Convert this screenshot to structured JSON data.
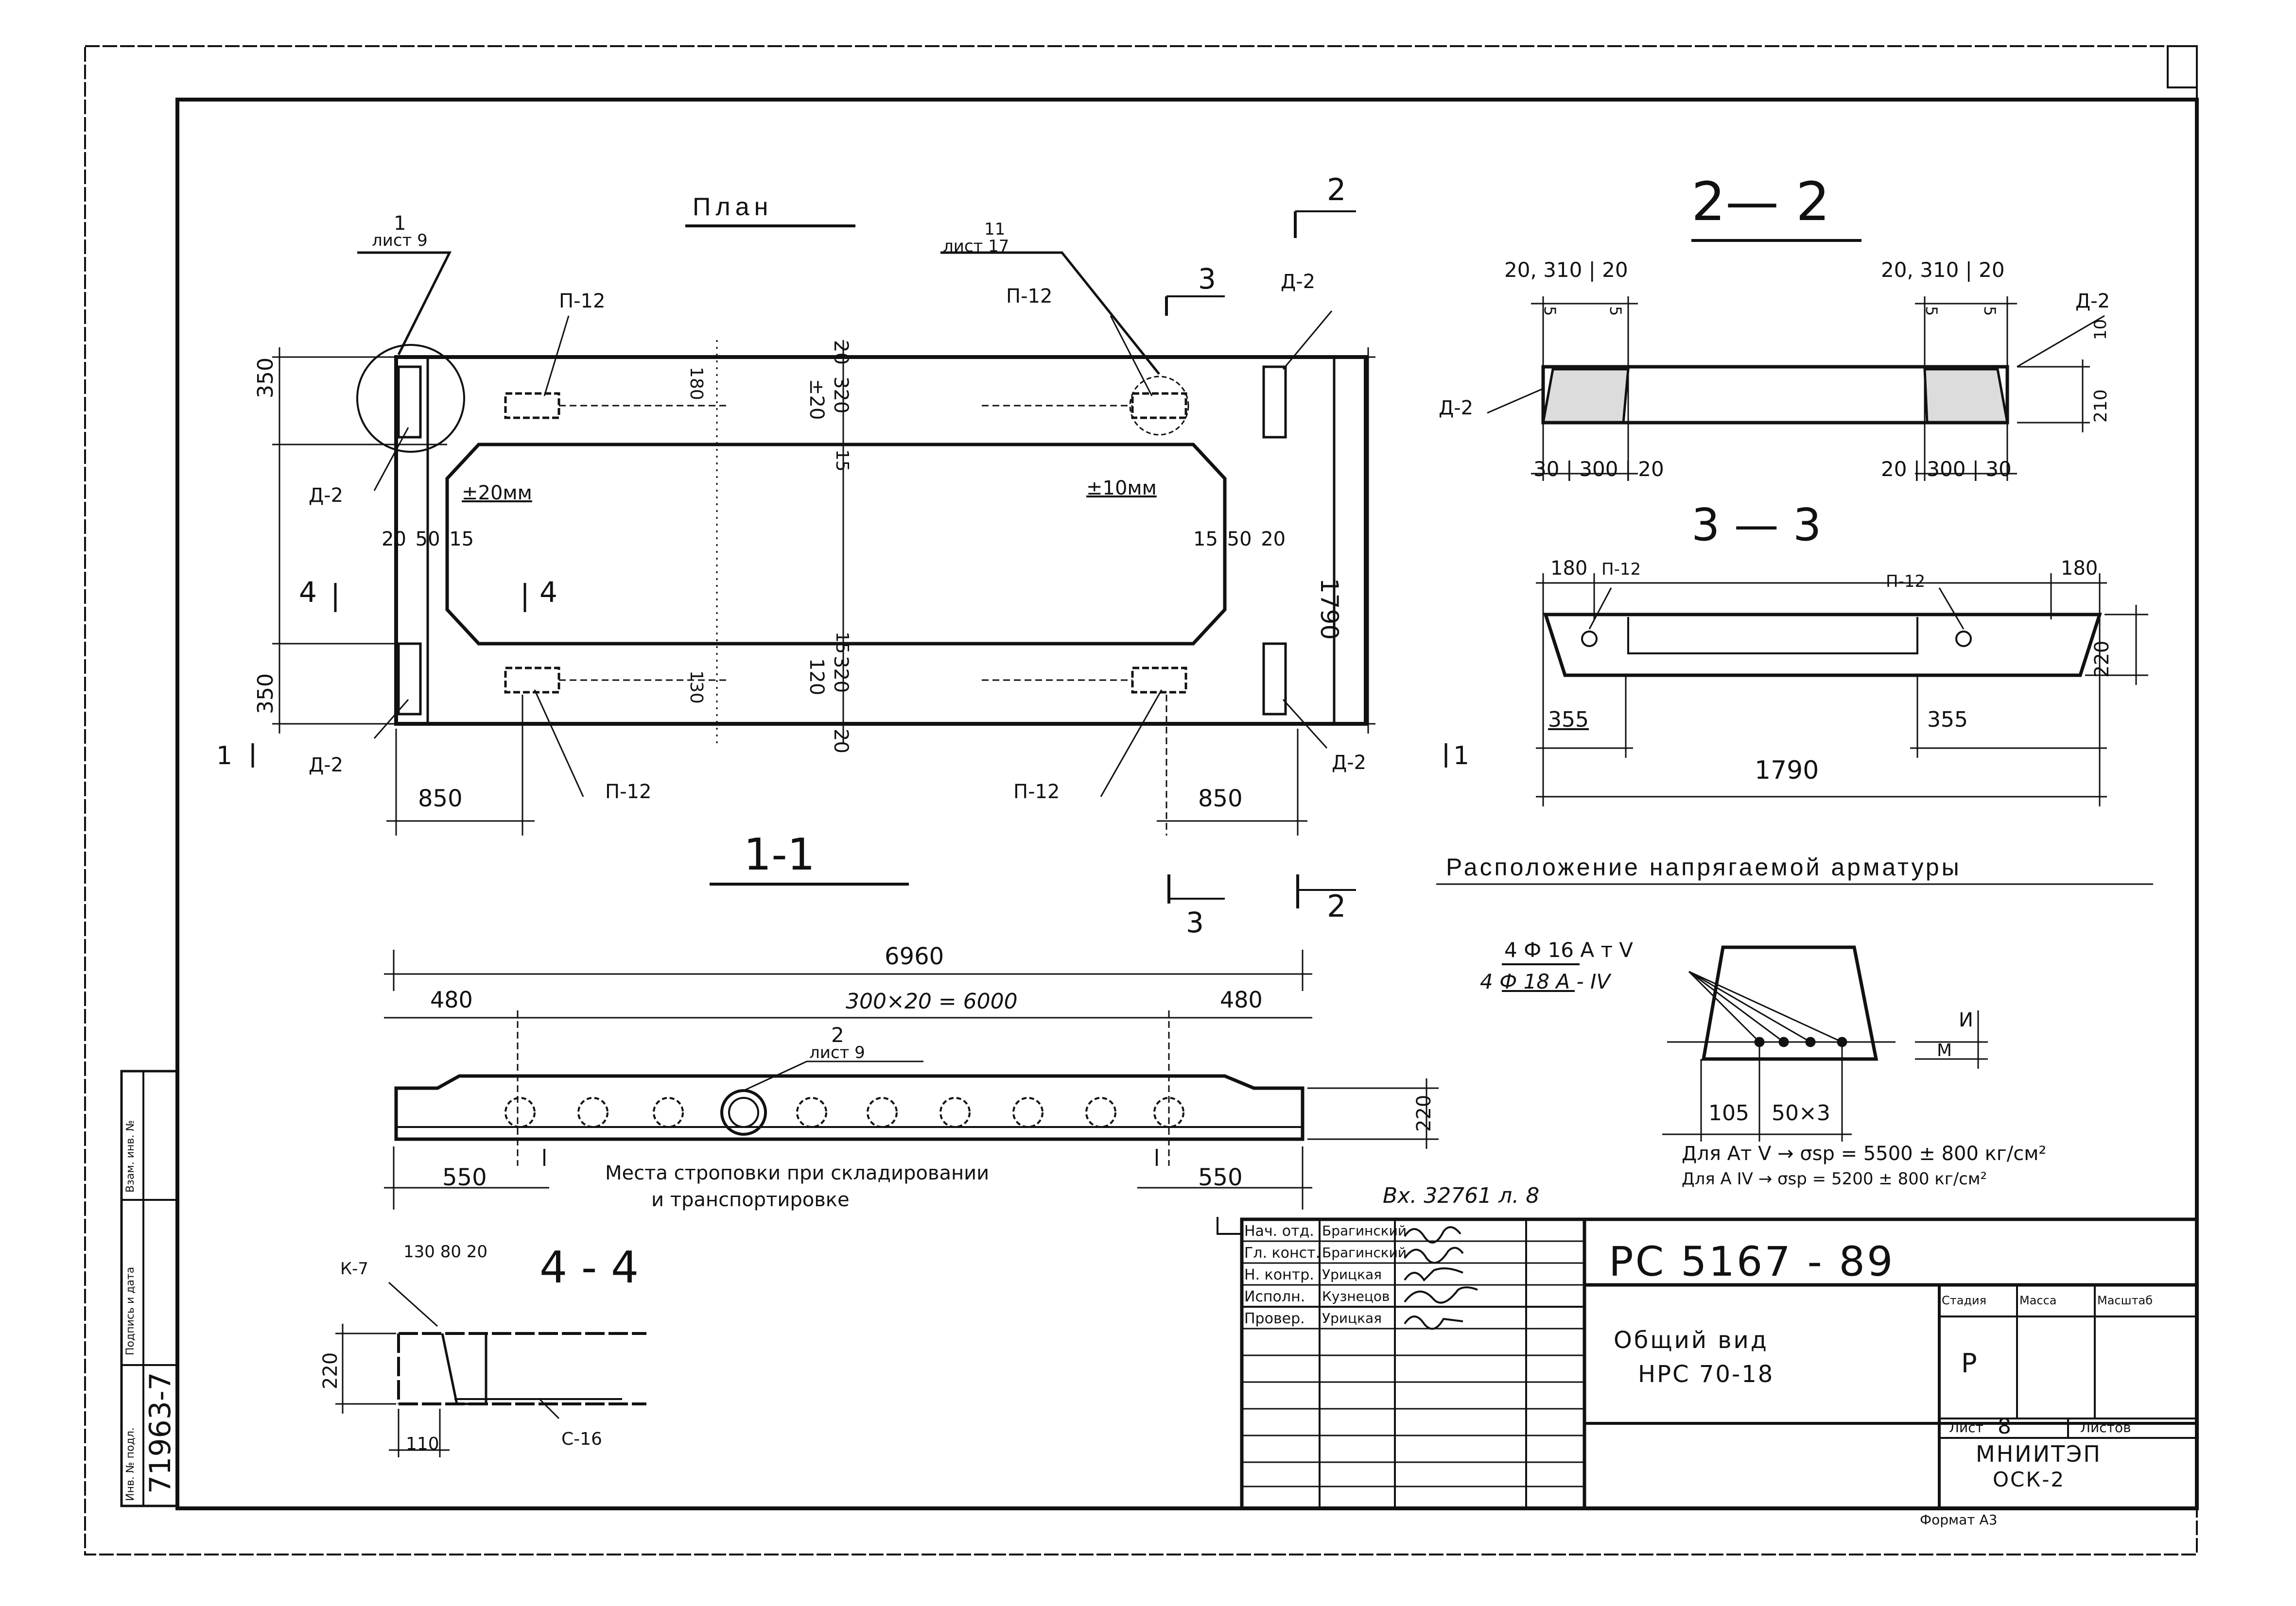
{
  "plan": {
    "title": "План",
    "callout_detail_1_num": "1",
    "callout_detail_1_sheet": "лист 9",
    "callout_detail_11_num": "11",
    "callout_detail_11_sheet": "лист 17",
    "mark_p12_a": "П-12",
    "mark_p12_b": "П-12",
    "mark_p12_c": "П-12",
    "mark_p12_d": "П-12",
    "mark_d2_a": "Д-2",
    "mark_d2_b": "Д-2",
    "mark_d2_c": "Д-2",
    "mark_d2_d": "Д-2",
    "dim_350_top": "350",
    "dim_350_bottom": "350",
    "dim_1790": "1790",
    "dim_850_left": "850",
    "dim_850_right": "850",
    "dim_20_top": "20",
    "dim_320_top": "320",
    "dim_120_top": "±20",
    "dim_130": "180",
    "dim_15_top": "15",
    "dim_15_mid": "15",
    "dim_120_bottom": "120",
    "dim_320_bottom": "320",
    "dim_20_bottom": "20",
    "dim_130_bottom": "130",
    "tol_left": "±20мм",
    "tol_right": "±10мм",
    "dims_left_row": "20 50 15",
    "dims_right_row": "15 50 20",
    "section_2_top": "2",
    "section_2_bottom": "2",
    "section_3_top": "3",
    "section_3_bottom": "3",
    "section_4_left": "4",
    "section_4_right": "4",
    "section_1_left": "1",
    "section_1_right": "1"
  },
  "section_2_2": {
    "title": "2— 2",
    "dims_top_left": "20, 310 | 20",
    "dims_top_right": "20, 310 | 20",
    "dims_bottom_left": "30 | 300 | 20",
    "dims_bottom_right": "20 | 300 | 30",
    "dim_5_a": "5",
    "dim_5_b": "5",
    "dim_5_c": "5",
    "dim_5_d": "5",
    "dim_10": "10",
    "dim_210": "210",
    "mark_d2_left": "Д-2",
    "mark_d2_right": "Д-2"
  },
  "section_3_3": {
    "title": "3 — 3",
    "dim_180_left": "180",
    "dim_180_right": "180",
    "mark_p12_left": "П-12",
    "mark_p12_right": "П-12",
    "dim_220": "220",
    "dim_355_left": "355",
    "dim_355_right": "355",
    "dim_1790": "1790"
  },
  "section_1_1": {
    "title": "1-1",
    "dim_6960": "6960",
    "dim_480_left": "480",
    "dim_480_right": "480",
    "dim_pitch": "300×20 = 6000",
    "callout_num": "2",
    "callout_sheet": "лист 9",
    "dim_220": "220",
    "dim_550_left": "550",
    "dim_550_right": "550",
    "note_line1": "Места строповки при складировании",
    "note_line2": "и транспортировке"
  },
  "section_4_4": {
    "title": "4 - 4",
    "mark_k7": "К-7",
    "dims_top": "130 80 20",
    "dim_220": "220",
    "dim_110": "110",
    "mark_c16": "С-16"
  },
  "prestress": {
    "title": "Расположение напрягаемой арматуры",
    "bar_spec_1": "4 Ф 16 А т V",
    "bar_spec_2": "4 Ф 18 А - IV",
    "dim_105": "105",
    "dim_50x3": "50×3",
    "dim_u": "И",
    "dim_m": "М",
    "stress_line1": "Для Ат V → σsp = 5500 ± 800 кг/см²",
    "stress_line2": "Для А IV → σsp = 5200 ± 800 кг/см²"
  },
  "title_block": {
    "incoming_no": "Вх. 32761 л. 8",
    "doc_code": "РС 5167 - 89",
    "roles": [
      "Нач. отд.",
      "Гл. конст.",
      "Н. контр.",
      "Исполн.",
      "Провер."
    ],
    "names": [
      "Брагинский",
      "Брагинский",
      "Урицкая",
      "Кузнецов",
      "Урицкая"
    ],
    "sheet_title_1": "Общий вид",
    "sheet_title_2": "НРС 70-18",
    "h_stage": "Стадия",
    "h_mass": "Масса",
    "h_scale": "Масштаб",
    "stage": "Р",
    "sheet_label": "Лист",
    "sheet_no": "8",
    "sheets_label": "Листов",
    "org_1": "МНИИТЭП",
    "org_2": "ОСК-2",
    "format": "Формат А3"
  },
  "side_stamp": {
    "inv_no": "71963-7",
    "labels": [
      "Инв. № подл.",
      "Подпись и дата",
      "Взам. инв. №"
    ]
  }
}
